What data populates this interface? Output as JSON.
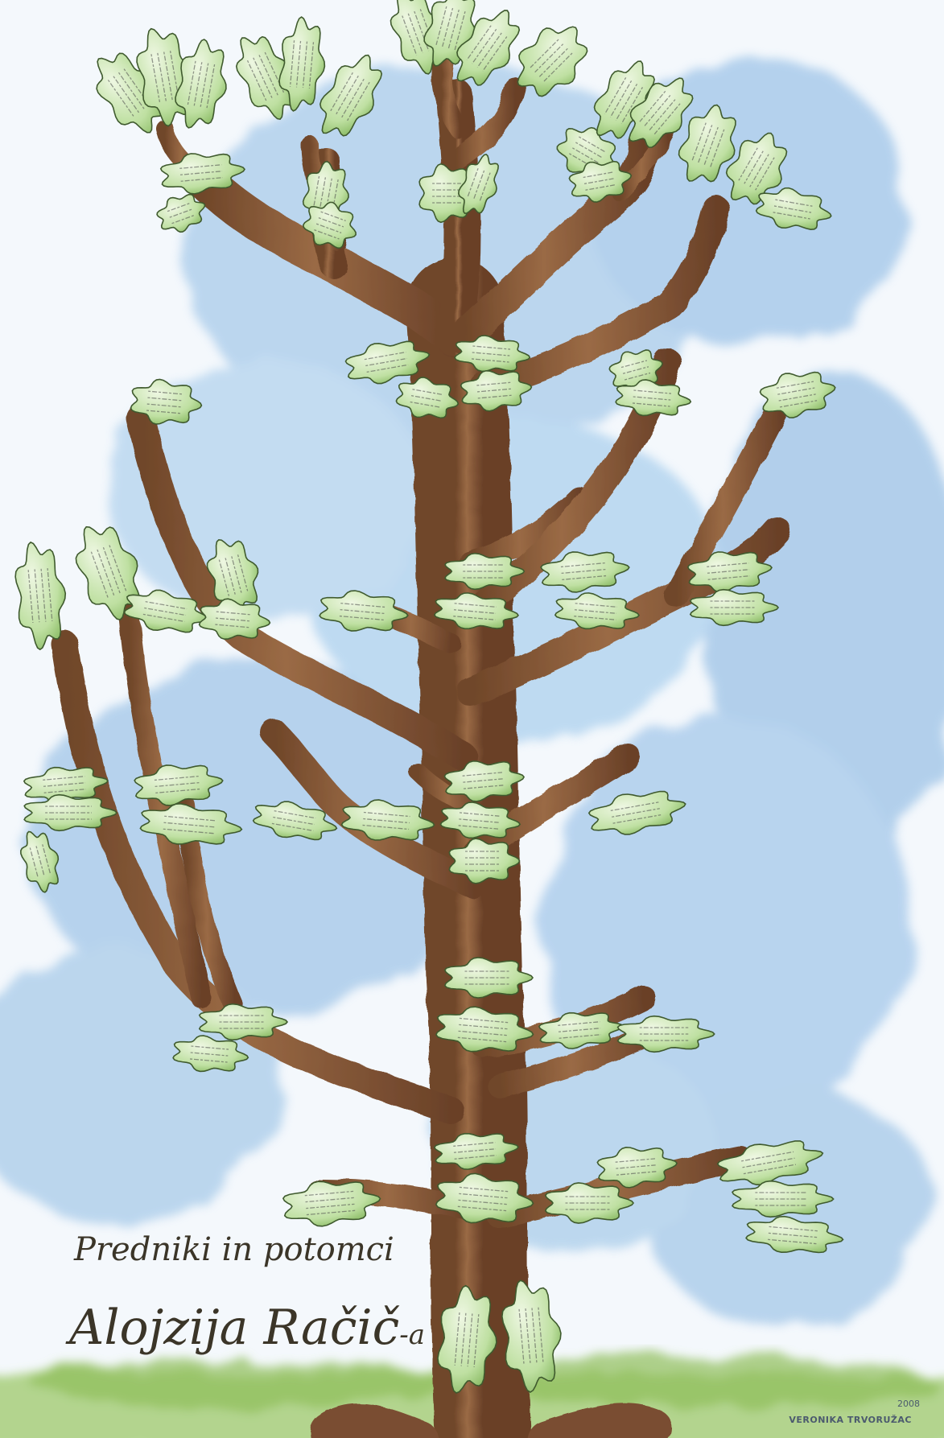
{
  "painting": {
    "title_line1": "Predniki in potomci",
    "title_name": "Alojzija Račič",
    "title_suffix": "-a",
    "signature_name": "VERONIKA TRVORUŽAC",
    "signature_year": "2008"
  },
  "colors": {
    "sky_blue": "#9cc3e6",
    "paper": "#f4f8fc",
    "trunk_brown": "#8a5a3a",
    "trunk_dark": "#6a412a",
    "leaf_green": "#a6d08a",
    "leaf_light": "#e7f3d8",
    "leaf_outline": "#3f5a2e",
    "grass_green": "#8fbd5a"
  }
}
